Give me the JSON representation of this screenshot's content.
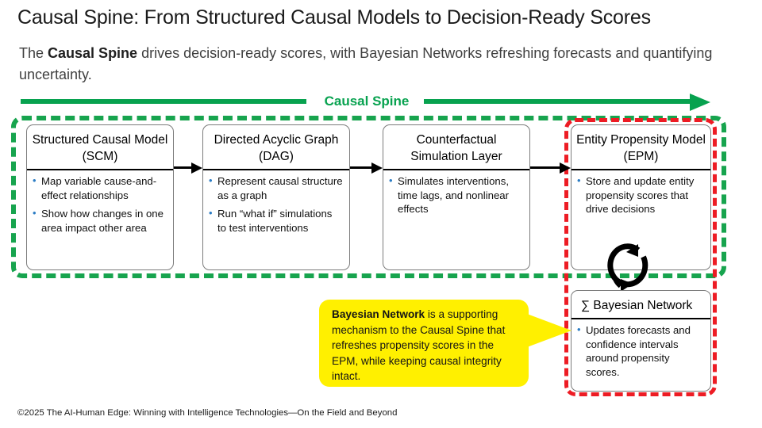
{
  "slide": {
    "title": "Causal Spine: From Structured Causal Models to Decision-Ready Scores",
    "subtitle_prefix": "The ",
    "subtitle_bold": "Causal Spine",
    "subtitle_rest": " drives decision-ready scores, with Bayesian Networks refreshing forecasts and quantifying uncertainty.",
    "footer": "©2025 The AI-Human Edge: Winning with Intelligence Technologies—On the Field and Beyond"
  },
  "spine": {
    "label": "Causal Spine",
    "color": "#07A24F"
  },
  "regions": {
    "green_color": "#17A44E",
    "red_color": "#ED1C24"
  },
  "stages": [
    {
      "id": "scm",
      "title": "Structured Causal Model (SCM)",
      "bullets": [
        "Map variable cause-and-effect relationships",
        "Show how changes in one area impact other area"
      ]
    },
    {
      "id": "dag",
      "title": "Directed Acyclic Graph (DAG)",
      "bullets": [
        "Represent causal structure as a graph",
        "Run “what if” simulations to test interventions"
      ]
    },
    {
      "id": "csl",
      "title": "Counterfactual Simulation Layer",
      "bullets": [
        "Simulates interventions, time lags, and nonlinear effects"
      ]
    },
    {
      "id": "epm",
      "title": "Entity Propensity Model (EPM)",
      "bullets": [
        "Store and update entity propensity scores that drive decisions"
      ]
    }
  ],
  "bayesian_box": {
    "title": "∑ Bayesian Network",
    "bullets": [
      "Updates forecasts and confidence intervals around propensity scores."
    ]
  },
  "callout": {
    "bold": "Bayesian Network",
    "text": " is a supporting mechanism to the Causal Spine that refreshes propensity scores in the EPM, while keeping causal integrity intact.",
    "color": "#FFF000"
  },
  "icons": {
    "refresh": "refresh-cycle-icon",
    "bullet_color": "#2B7CC4"
  }
}
